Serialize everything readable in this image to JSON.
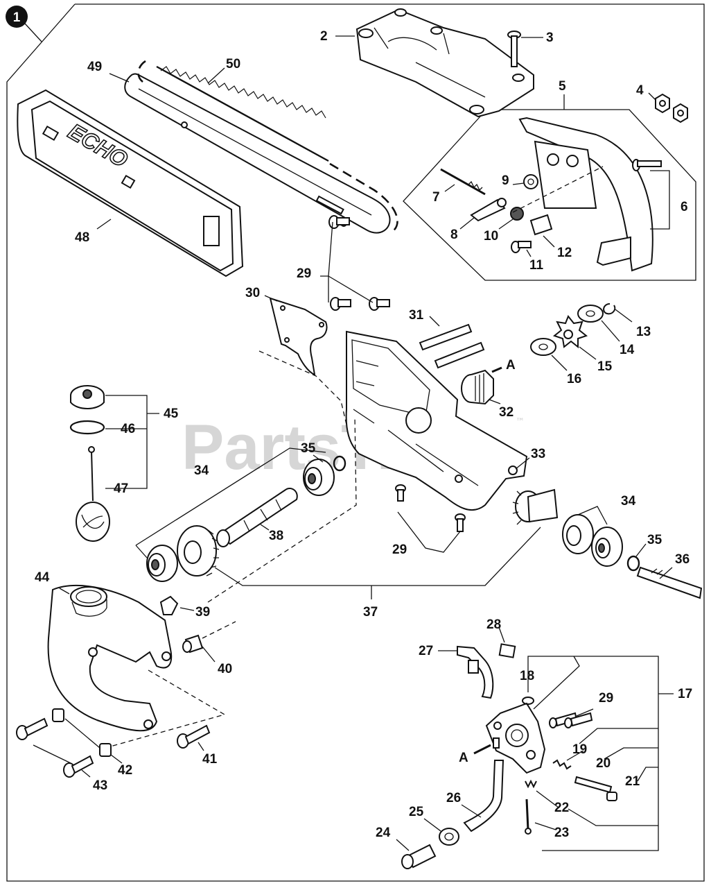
{
  "diagram": {
    "assembly_badge": "1",
    "watermark": "PartsTree",
    "watermark_tm": "™",
    "logo_text": "ECHO",
    "reference_letter": "A",
    "callouts": [
      "2",
      "3",
      "4",
      "5",
      "6",
      "7",
      "8",
      "9",
      "10",
      "11",
      "12",
      "13",
      "14",
      "15",
      "16",
      "17",
      "18",
      "19",
      "20",
      "21",
      "22",
      "23",
      "24",
      "25",
      "26",
      "27",
      "28",
      "29",
      "29",
      "29",
      "30",
      "31",
      "32",
      "33",
      "34",
      "34",
      "35",
      "35",
      "36",
      "37",
      "38",
      "39",
      "40",
      "41",
      "42",
      "43",
      "44",
      "45",
      "46",
      "47",
      "48",
      "49",
      "50"
    ]
  }
}
